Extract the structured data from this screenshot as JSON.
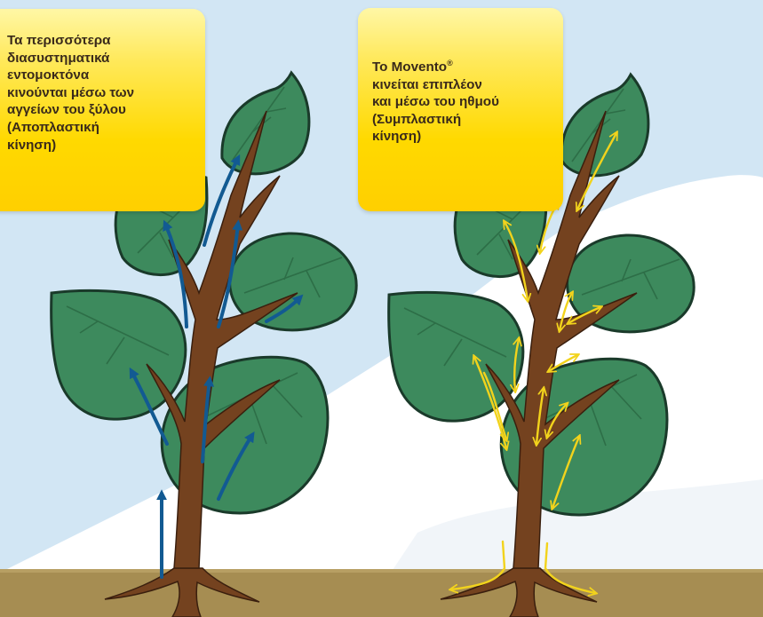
{
  "callouts": {
    "left": {
      "text": "Τα περισσότερα\nδιασυστηματικά\nεντομοκτόνα\nκινούνται μέσω των\nαγγείων του ξύλου\n(Αποπλαστική\nκίνηση)"
    },
    "right": {
      "brand": "Το Movento",
      "trademark": "®",
      "text": "κινείται επιπλέον\nκαι μέσω του ηθμού\n(Συμπλαστική\nκίνηση)"
    }
  },
  "colors": {
    "sky": "#d2e6f4",
    "hill": "#ffffff",
    "ground": "#a68d52",
    "leaf": "#3d8a5d",
    "leaf_outline": "#1a3a2a",
    "stem": "#74421f",
    "xylem_arrow": "#125a92",
    "phloem_arrow": "#f2d31c",
    "callout": "#ffd900"
  },
  "diagram": {
    "left_plant": {
      "movement": "xylem-upward",
      "arrow_icon": "blue-arrow-icon"
    },
    "right_plant": {
      "movement": "phloem-bidirectional",
      "arrow_icon": "yellow-arrow-icon"
    }
  }
}
